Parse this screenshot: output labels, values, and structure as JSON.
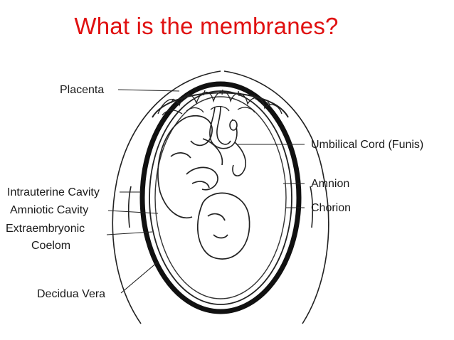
{
  "slide": {
    "title": "What is the membranes?",
    "title_color": "#e01010"
  },
  "diagram": {
    "labels": {
      "placenta": "Placenta",
      "umbilical_cord": "Umbilical Cord (Funis)",
      "amnion": "Amnion",
      "chorion": "Chorion",
      "intrauterine_cavity": "Intrauterine Cavity",
      "amniotic_cavity": "Amniotic Cavity",
      "extraembryonic_line1": "Extraembryonic",
      "extraembryonic_line2": "Coelom",
      "decidua_vera": "Decidua Vera"
    }
  }
}
